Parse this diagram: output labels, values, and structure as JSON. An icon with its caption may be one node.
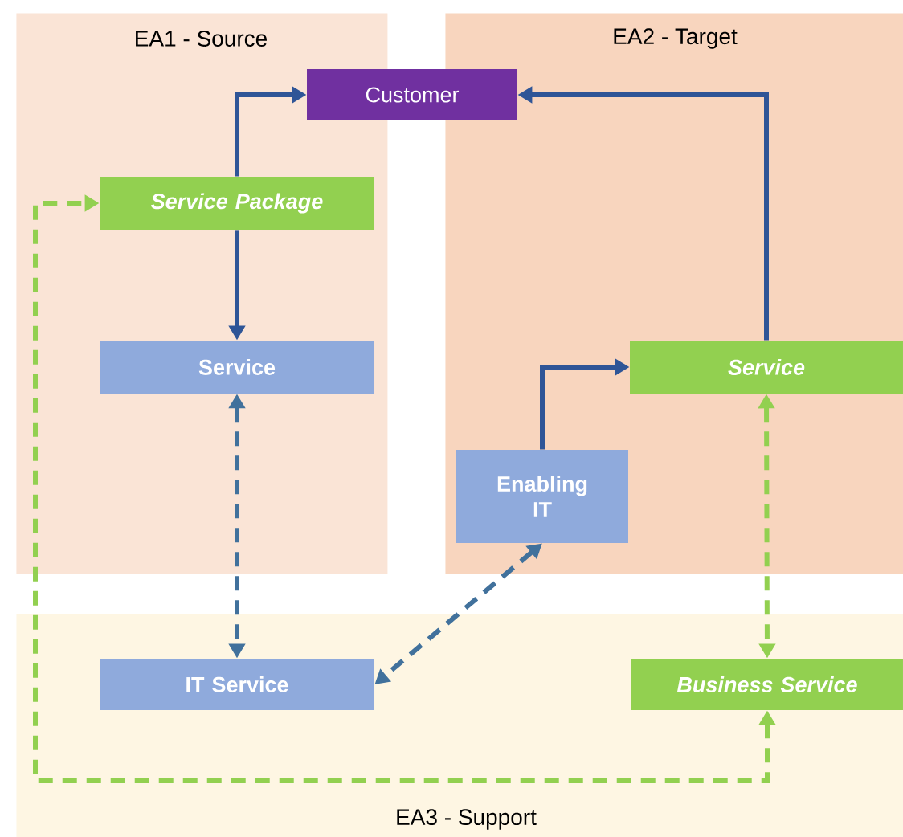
{
  "diagram": {
    "nodes": [
      {
        "text": [
          "EA1 - Source"
        ]
      },
      {
        "text": [
          "EA2 - Target"
        ]
      },
      {
        "text": [
          "EA3 - Support"
        ]
      },
      {
        "text": [
          "Customer"
        ]
      },
      {
        "text": [
          "Service Package"
        ],
        "in": 0
      },
      {
        "text": [
          "Service"
        ],
        "in": 0
      },
      {
        "text": [
          "Service"
        ],
        "in": 1
      },
      {
        "text": [
          "Enabling IT"
        ],
        "in": 1
      },
      {
        "text": [
          "IT Service"
        ],
        "in": 2
      },
      {
        "text": [
          "Business Service"
        ],
        "in": 2
      }
    ],
    "edges": [
      {
        "from": 4,
        "to": 3,
        "arrow": "to"
      },
      {
        "from": 4,
        "to": 5,
        "arrow": "to"
      },
      {
        "from": 6,
        "to": 3,
        "arrow": "to"
      },
      {
        "from": 7,
        "to": 6,
        "arrow": "to"
      },
      {
        "from": 5,
        "to": 8,
        "arrow": "both",
        "style": "dashed",
        "color": "#41719c"
      },
      {
        "from": 7,
        "to": 8,
        "arrow": "both",
        "style": "dashed",
        "color": "#41719c"
      },
      {
        "from": 6,
        "to": 9,
        "arrow": "both",
        "style": "dashed",
        "color": "#92d050"
      },
      {
        "from": 9,
        "to": 4,
        "arrow": "both",
        "style": "dashed",
        "color": "#92d050"
      }
    ]
  }
}
